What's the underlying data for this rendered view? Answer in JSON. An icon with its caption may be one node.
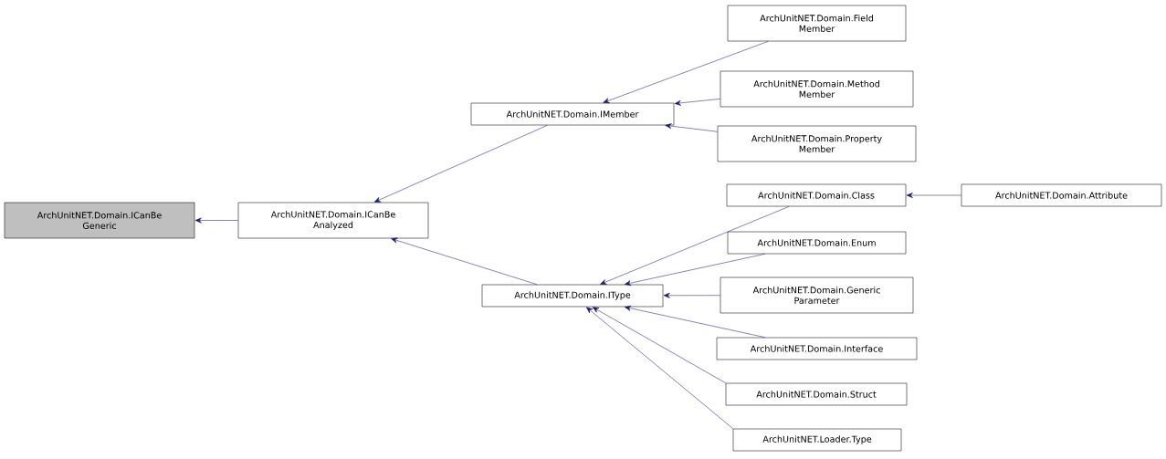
{
  "diagram": {
    "nodes": [
      {
        "text": [
          "ArchUnitNET.Domain.ICanBe Generic"
        ]
      },
      {
        "text": [
          "ArchUnitNET.Domain.ICanBe Analyzed"
        ]
      },
      {
        "text": [
          "ArchUnitNET.Domain.IMember"
        ]
      },
      {
        "text": [
          "ArchUnitNET.Domain.Field Member"
        ]
      },
      {
        "text": [
          "ArchUnitNET.Domain.Method Member"
        ]
      },
      {
        "text": [
          "ArchUnitNET.Domain.Property Member"
        ]
      },
      {
        "text": [
          "ArchUnitNET.Domain.IType"
        ]
      },
      {
        "text": [
          "ArchUnitNET.Domain.Class"
        ]
      },
      {
        "text": [
          "ArchUnitNET.Domain.Attribute"
        ]
      },
      {
        "text": [
          "ArchUnitNET.Domain.Enum"
        ]
      },
      {
        "text": [
          "ArchUnitNET.Domain.Generic Parameter"
        ]
      },
      {
        "text": [
          "ArchUnitNET.Domain.Interface"
        ]
      },
      {
        "text": [
          "ArchUnitNET.Domain.Struct"
        ]
      },
      {
        "text": [
          "ArchUnitNET.Loader.Type"
        ]
      }
    ],
    "edges": [
      {
        "from": 1,
        "to": 0,
        "arrow": "to"
      },
      {
        "from": 2,
        "to": 1,
        "arrow": "to"
      },
      {
        "from": 6,
        "to": 1,
        "arrow": "to"
      },
      {
        "from": 3,
        "to": 2,
        "arrow": "to"
      },
      {
        "from": 4,
        "to": 2,
        "arrow": "to"
      },
      {
        "from": 5,
        "to": 2,
        "arrow": "to"
      },
      {
        "from": 7,
        "to": 6,
        "arrow": "to"
      },
      {
        "from": 9,
        "to": 6,
        "arrow": "to"
      },
      {
        "from": 10,
        "to": 6,
        "arrow": "to"
      },
      {
        "from": 11,
        "to": 6,
        "arrow": "to"
      },
      {
        "from": 12,
        "to": 6,
        "arrow": "to"
      },
      {
        "from": 13,
        "to": 6,
        "arrow": "to"
      },
      {
        "from": 8,
        "to": 7,
        "arrow": "to"
      }
    ]
  }
}
